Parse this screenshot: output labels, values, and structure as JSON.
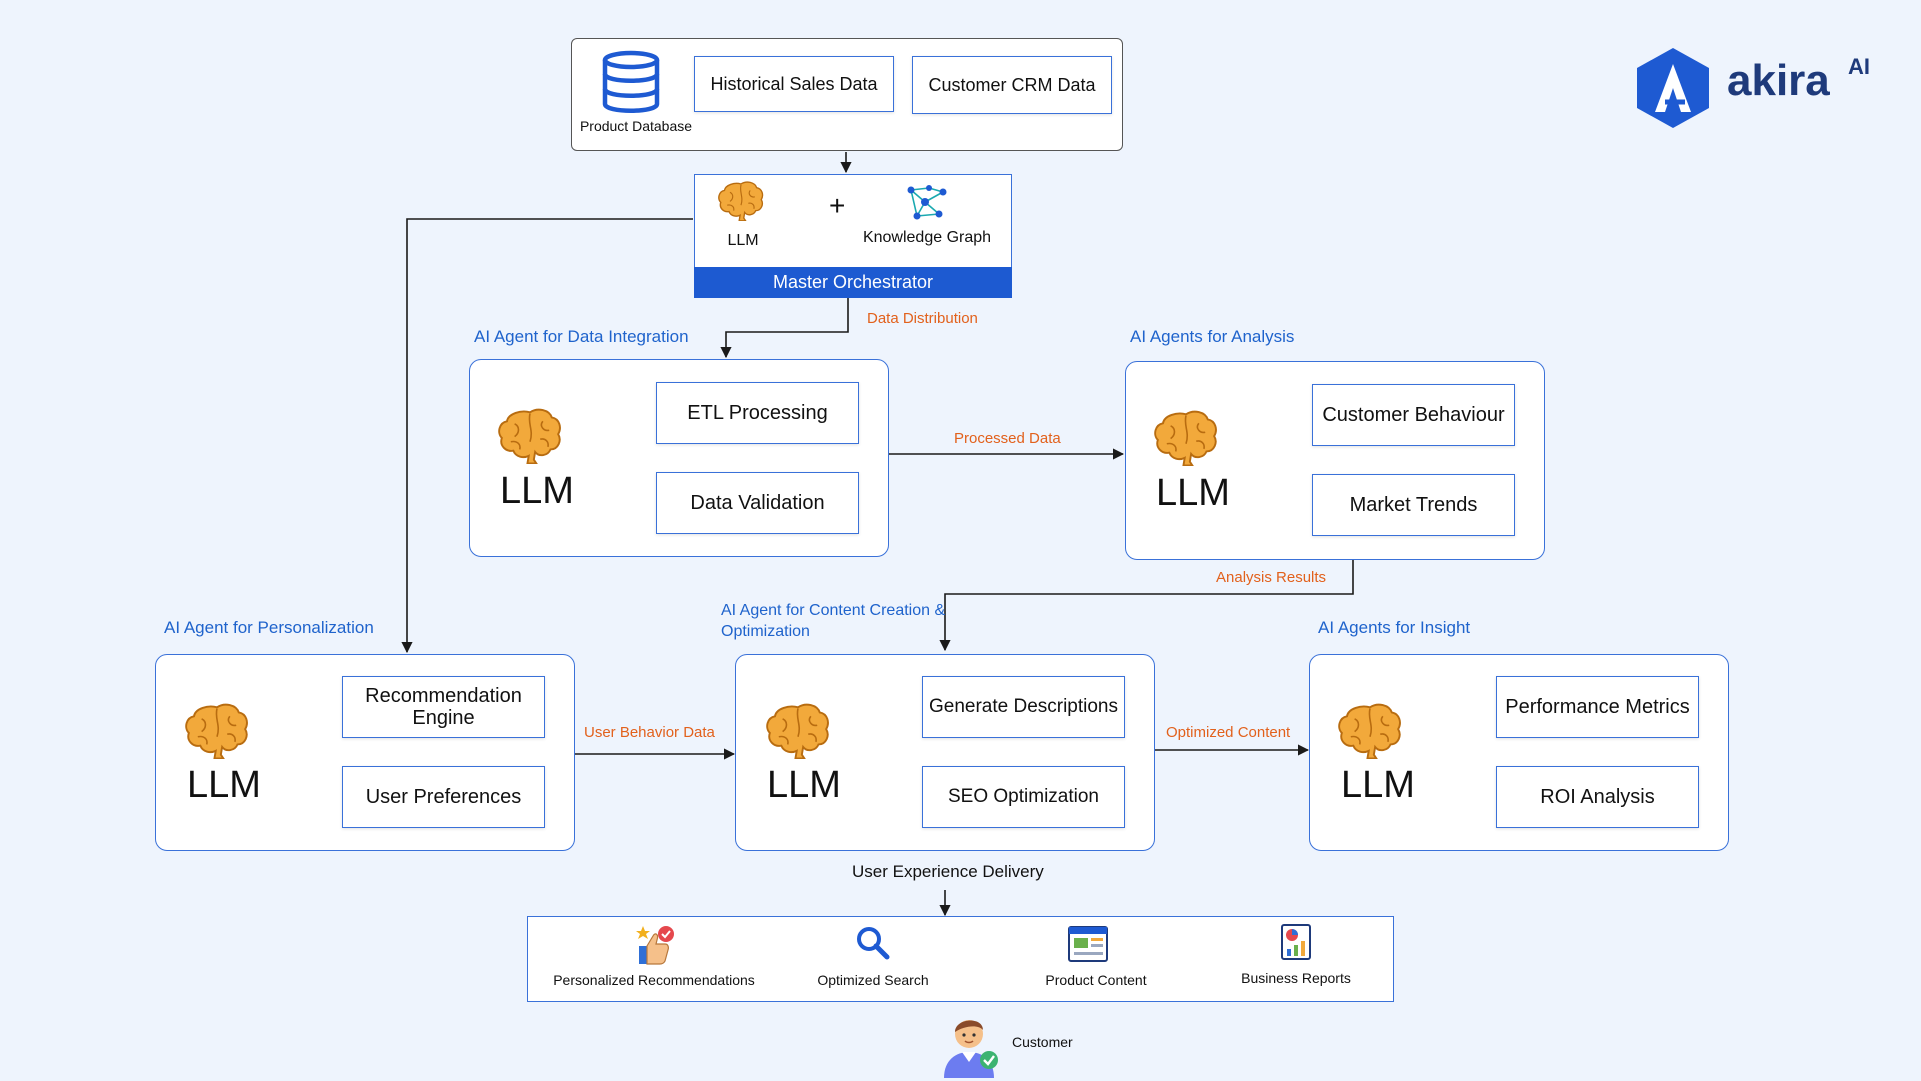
{
  "logo": {
    "name": "akira",
    "superscript": "AI",
    "color": "#1e5ad2"
  },
  "colors": {
    "accent": "#1d5ad1",
    "flow_label": "#e2611c",
    "panel_border": "#3a71d9",
    "brain": "#f2a93b",
    "background": "#eef4fd"
  },
  "sources": {
    "database_label": "Product Database",
    "historical": "Historical Sales Data",
    "crm": "Customer CRM Data"
  },
  "orchestrator": {
    "llm": "LLM",
    "plus": "+",
    "kg": "Knowledge Graph",
    "title": "Master Orchestrator"
  },
  "flows": {
    "data_distribution": "Data Distribution",
    "processed_data": "Processed Data",
    "analysis_results": "Analysis Results",
    "user_behavior_data": "User Behavior Data",
    "optimized_content": "Optimized Content",
    "ux_delivery": "User Experience Delivery"
  },
  "agents": {
    "integration": {
      "title": "AI Agent for Data Integration",
      "llm": "LLM",
      "task1": "ETL Processing",
      "task2": "Data Validation"
    },
    "analysis": {
      "title": "AI Agents for Analysis",
      "llm": "LLM",
      "task1": "Customer Behaviour",
      "task2": "Market Trends"
    },
    "personalization": {
      "title": "AI Agent for Personalization",
      "llm": "LLM",
      "task1": "Recommendation Engine",
      "task2": "User Preferences"
    },
    "content": {
      "title": "AI Agent for Content Creation & Optimization",
      "llm": "LLM",
      "task1": "Generate Descriptions",
      "task2": "SEO Optimization"
    },
    "insight": {
      "title": "AI Agents for Insight",
      "llm": "LLM",
      "task1": "Performance Metrics",
      "task2": "ROI Analysis"
    }
  },
  "outputs": [
    {
      "icon": "thumbs-up-star-icon",
      "label": "Personalized Recommendations"
    },
    {
      "icon": "magnifier-icon",
      "label": "Optimized Search"
    },
    {
      "icon": "web-page-icon",
      "label": "Product Content"
    },
    {
      "icon": "report-chart-icon",
      "label": "Business Reports"
    }
  ],
  "customer": {
    "icon": "customer-avatar-icon",
    "label": "Customer"
  }
}
